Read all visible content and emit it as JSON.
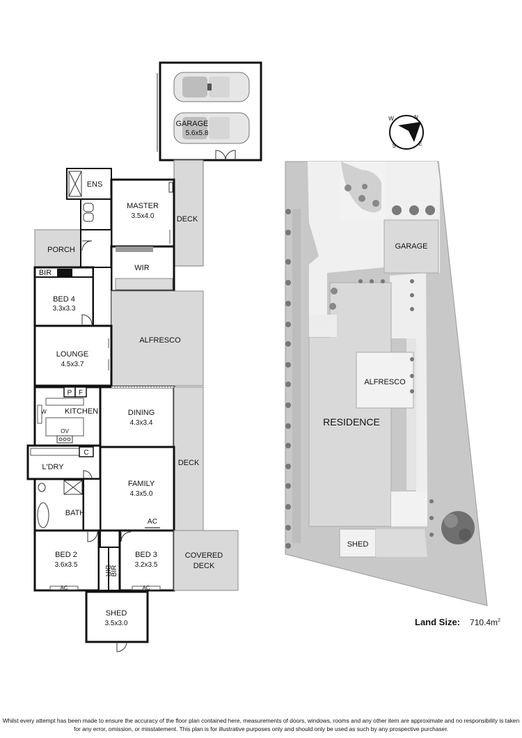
{
  "floor_plan": {
    "rooms": {
      "garage": {
        "name": "GARAGE",
        "size": "5.6x5.8"
      },
      "ens": {
        "name": "ENS"
      },
      "master": {
        "name": "MASTER",
        "size": "3.5x4.0"
      },
      "deck_upper": {
        "name": "DECK"
      },
      "porch": {
        "name": "PORCH"
      },
      "wir": {
        "name": "WIR"
      },
      "bir_bed4": {
        "name": "BIR"
      },
      "bed4": {
        "name": "BED 4",
        "size": "3.3x3.3"
      },
      "alfresco": {
        "name": "ALFRESCO"
      },
      "lounge": {
        "name": "LOUNGE",
        "size": "4.5x3.7"
      },
      "kitchen": {
        "name": "KITCHEN",
        "pantry": "P",
        "fridge": "F",
        "dishwasher": "DW",
        "oven": "OV"
      },
      "dining": {
        "name": "DINING",
        "size": "4.3x3.4"
      },
      "deck_lower": {
        "name": "DECK"
      },
      "laundry": {
        "name": "L'DRY",
        "cupboard": "C"
      },
      "family": {
        "name": "FAMILY",
        "size": "4.3x5.0",
        "ac": "AC"
      },
      "bath": {
        "name": "BATH"
      },
      "bed2": {
        "name": "BED 2",
        "size": "3.6x3.5",
        "ac": "AC"
      },
      "bed3": {
        "name": "BED 3",
        "size": "3.2x3.5",
        "ac": "AC"
      },
      "bir_left": {
        "name": "BIR"
      },
      "bir_right": {
        "name": "BIR"
      },
      "covered_deck": {
        "line1": "COVERED",
        "line2": "DECK"
      },
      "shed": {
        "name": "SHED",
        "size": "3.5x3.0"
      }
    }
  },
  "site_plan": {
    "compass": {
      "n": "N",
      "s": "S",
      "e": "E",
      "w": "W"
    },
    "labels": {
      "garage": "GARAGE",
      "alfresco": "ALFRESCO",
      "residence": "RESIDENCE",
      "shed": "SHED"
    },
    "land_size_label": "Land Size:",
    "land_size_value": "710.4m",
    "land_size_unit_sup": "2"
  },
  "disclaimer": {
    "line1": "Whilst every attempt has been made to ensure the accuracy of the floor plan contained here, measurements of doors, windows, rooms and any other item are approximate and no responsibility is taken",
    "line2": "for any error, omission, or misstatement. This plan is for illustrative purposes only and should only be used as such by any prospective purchaser."
  }
}
